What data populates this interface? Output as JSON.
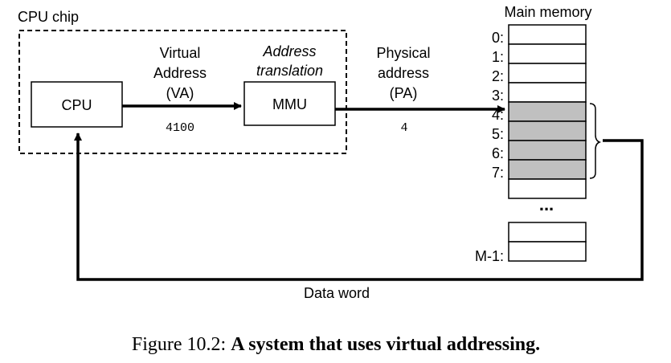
{
  "chip": {
    "label": "CPU chip"
  },
  "cpu": {
    "label": "CPU"
  },
  "mmu": {
    "label": "MMU"
  },
  "va": {
    "line1": "Virtual",
    "line2": "Address",
    "line3": "(VA)",
    "value": "4100"
  },
  "translation": {
    "line1": "Address",
    "line2": "translation"
  },
  "pa": {
    "line1": "Physical",
    "line2": "address",
    "line3": "(PA)",
    "value": "4"
  },
  "memory": {
    "title": "Main memory",
    "rows": [
      "0:",
      "1:",
      "2:",
      "3:",
      "4:",
      "5:",
      "6:",
      "7:"
    ],
    "highlighted": [
      4,
      5,
      6,
      7
    ],
    "ellipsis": "...",
    "last_row": "M-1:",
    "cell_color": "#ffffff",
    "highlight_color": "#c0c0c0"
  },
  "data_word": "Data word",
  "caption": {
    "prefix": "Figure 10.2: ",
    "title": "A system that uses virtual addressing."
  }
}
